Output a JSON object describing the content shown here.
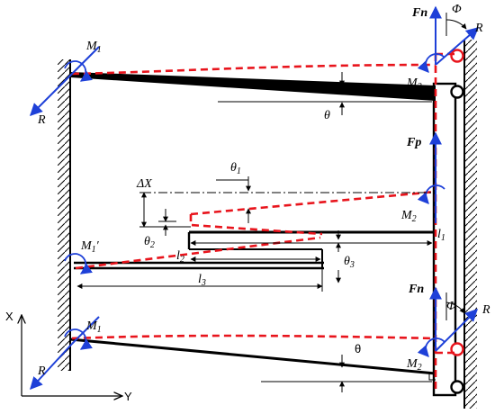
{
  "labels": {
    "M1_top": "M",
    "M1_top_sub": "1",
    "M1_bot": "M",
    "M1_bot_sub": "1",
    "M1p": "M",
    "M1p_sub": "1",
    "M1p_prime": "′",
    "M2_top": "M",
    "M2_top_sub": "2",
    "M2_mid": "M",
    "M2_mid_sub": "2",
    "M2_bot": "M",
    "M2_bot_sub": "2",
    "R_top_left": "R",
    "R_bot_left": "R",
    "R_top_right": "R",
    "R_mid_right": "R",
    "Fn_top": "Fn",
    "Fn_bot": "Fn",
    "Fp": "Fp",
    "Phi_top": "Φ",
    "Phi_bot": "Φ",
    "theta_top": "θ",
    "theta_bot": "θ",
    "theta1": "θ",
    "theta1_sub": "1",
    "theta2": "θ",
    "theta2_sub": "2",
    "theta3": "θ",
    "theta3_sub": "3",
    "deltaX": "ΔX",
    "l1": "l",
    "l1_sub": "1",
    "l2": "l",
    "l2_sub": "2",
    "l3": "l",
    "l3_sub": "3",
    "axis_x": "X",
    "axis_y": "Y"
  },
  "colors": {
    "line": "#000000",
    "deformed": "#e8141c",
    "force": "#1e40d8"
  }
}
